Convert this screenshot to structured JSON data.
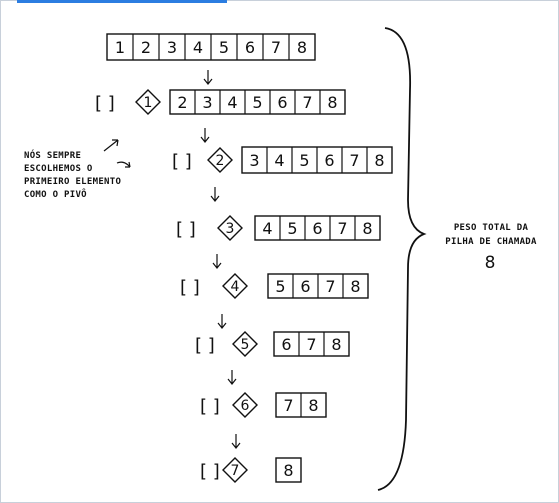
{
  "diagram": {
    "levels": [
      {
        "empty": "",
        "pivot": "",
        "cells": [
          "1",
          "2",
          "3",
          "4",
          "5",
          "6",
          "7",
          "8"
        ]
      },
      {
        "empty": "[ ]",
        "pivot": "1",
        "cells": [
          "2",
          "3",
          "4",
          "5",
          "6",
          "7",
          "8"
        ]
      },
      {
        "empty": "[ ]",
        "pivot": "2",
        "cells": [
          "3",
          "4",
          "5",
          "6",
          "7",
          "8"
        ]
      },
      {
        "empty": "[ ]",
        "pivot": "3",
        "cells": [
          "4",
          "5",
          "6",
          "7",
          "8"
        ]
      },
      {
        "empty": "[ ]",
        "pivot": "4",
        "cells": [
          "5",
          "6",
          "7",
          "8"
        ]
      },
      {
        "empty": "[ ]",
        "pivot": "5",
        "cells": [
          "6",
          "7",
          "8"
        ]
      },
      {
        "empty": "[ ]",
        "pivot": "6",
        "cells": [
          "7",
          "8"
        ]
      },
      {
        "empty": "[ ]",
        "pivot": "7",
        "cells": [
          "8"
        ]
      }
    ],
    "note_lines": [
      "NÓS SEMPRE",
      "ESCOLHEMOS O",
      "PRIMEIRO ELEMENTO",
      "COMO O PIVÔ"
    ],
    "total": {
      "label_lines": [
        "PESO TOTAL DA",
        "PILHA DE CHAMADA"
      ],
      "value": "8"
    }
  }
}
